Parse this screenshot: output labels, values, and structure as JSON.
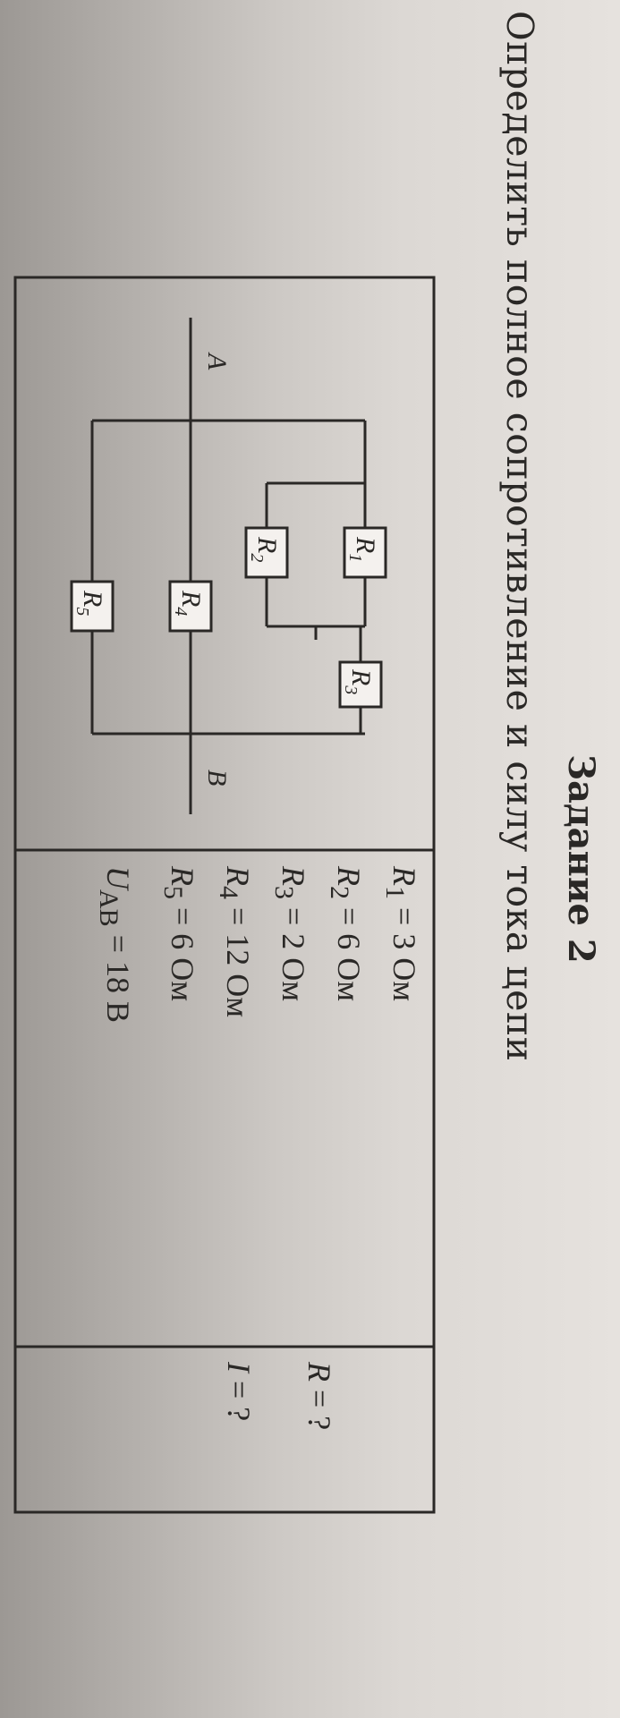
{
  "task": {
    "title": "Задание 2",
    "text": "Определить полное сопротивление и силу тока цепи"
  },
  "circuit": {
    "node_a": "A",
    "node_b": "B",
    "resistors": [
      {
        "name": "R",
        "sub": "1"
      },
      {
        "name": "R",
        "sub": "2"
      },
      {
        "name": "R",
        "sub": "3"
      },
      {
        "name": "R",
        "sub": "4"
      },
      {
        "name": "R",
        "sub": "5"
      }
    ]
  },
  "given": [
    {
      "sym": "R",
      "sub": "1",
      "eq": " = 3 Ом"
    },
    {
      "sym": "R",
      "sub": "2",
      "eq": " = 6 Ом"
    },
    {
      "sym": "R",
      "sub": "3",
      "eq": " = 2 Ом"
    },
    {
      "sym": "R",
      "sub": "4",
      "eq": " = 12 Ом"
    },
    {
      "sym": "R",
      "sub": "5",
      "eq": " = 6 Ом"
    },
    {
      "sym": "U",
      "sub": "AB",
      "eq": " = 18 В"
    }
  ],
  "find": [
    {
      "sym": "R",
      "eq": " = ?"
    },
    {
      "sym": "I",
      "eq": " = ?"
    }
  ]
}
